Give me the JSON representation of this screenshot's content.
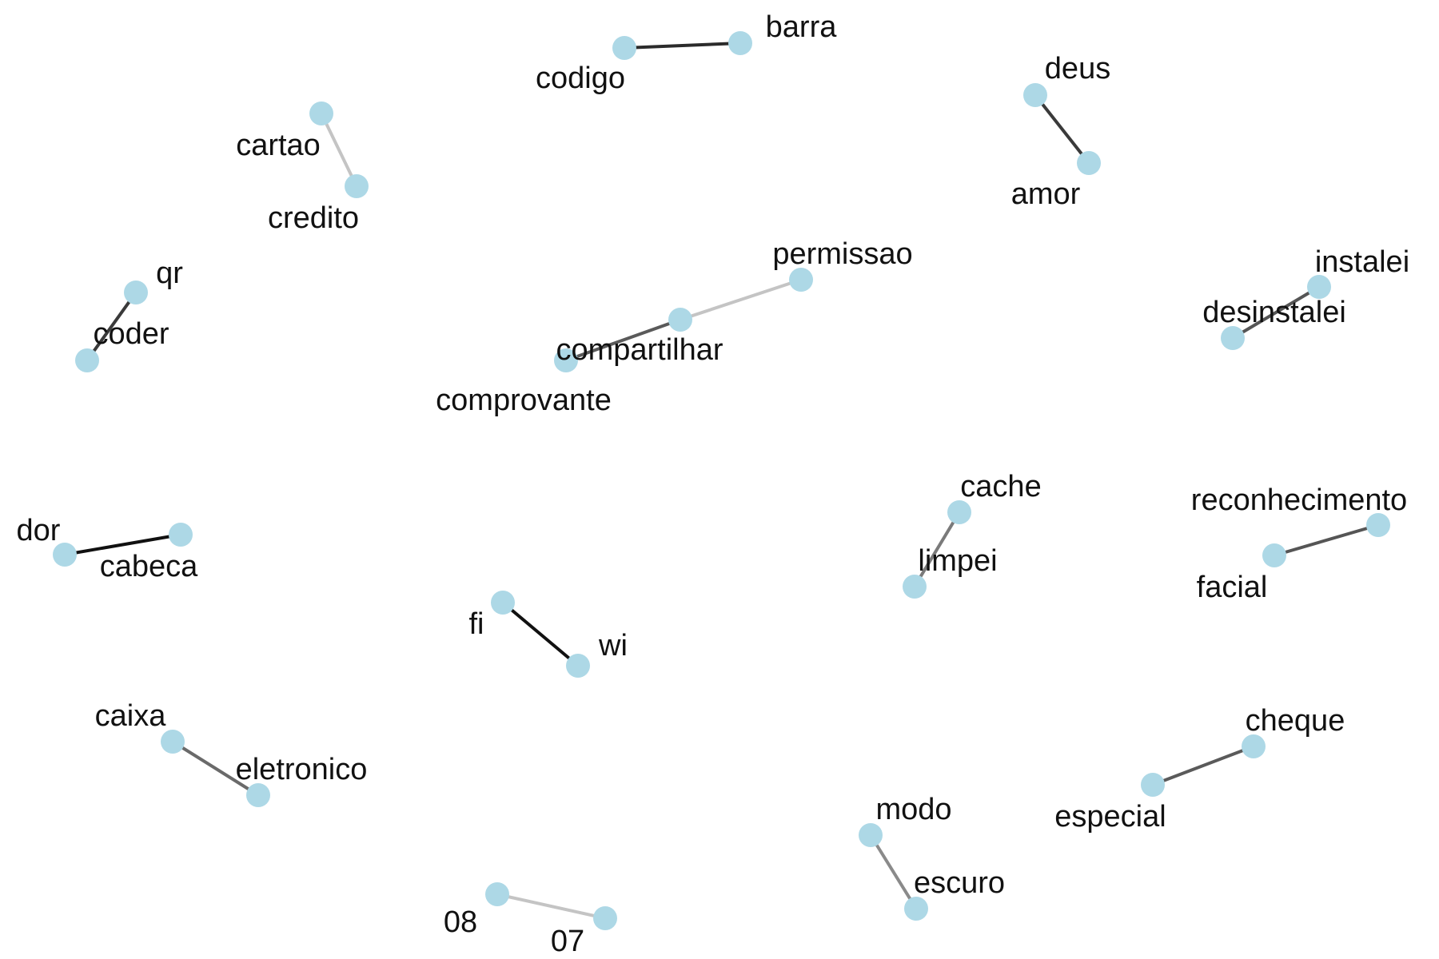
{
  "node_color": "#add8e6",
  "nodes": [
    {
      "id": "codigo",
      "label": "codigo"
    },
    {
      "id": "barra",
      "label": "barra"
    },
    {
      "id": "deus",
      "label": "deus"
    },
    {
      "id": "amor",
      "label": "amor"
    },
    {
      "id": "cartao",
      "label": "cartao"
    },
    {
      "id": "credito",
      "label": "credito"
    },
    {
      "id": "permissao",
      "label": "permissao"
    },
    {
      "id": "compartilhar",
      "label": "compartilhar"
    },
    {
      "id": "comprovante",
      "label": "comprovante"
    },
    {
      "id": "instalei",
      "label": "instalei"
    },
    {
      "id": "desinstalei",
      "label": "desinstalei"
    },
    {
      "id": "qr",
      "label": "qr"
    },
    {
      "id": "coder",
      "label": "coder"
    },
    {
      "id": "cache",
      "label": "cache"
    },
    {
      "id": "limpei",
      "label": "limpei"
    },
    {
      "id": "reconhecimento",
      "label": "reconhecimento"
    },
    {
      "id": "facial",
      "label": "facial"
    },
    {
      "id": "dor",
      "label": "dor"
    },
    {
      "id": "cabeca",
      "label": "cabeca"
    },
    {
      "id": "fi",
      "label": "fi"
    },
    {
      "id": "wi",
      "label": "wi"
    },
    {
      "id": "caixa",
      "label": "caixa"
    },
    {
      "id": "eletronico",
      "label": "eletronico"
    },
    {
      "id": "cheque",
      "label": "cheque"
    },
    {
      "id": "especial",
      "label": "especial"
    },
    {
      "id": "modo",
      "label": "modo"
    },
    {
      "id": "escuro",
      "label": "escuro"
    },
    {
      "id": "08",
      "label": "08"
    },
    {
      "id": "07",
      "label": "07"
    }
  ],
  "edges": [
    {
      "source": "codigo",
      "target": "barra",
      "color": "#2b2b2b"
    },
    {
      "source": "deus",
      "target": "amor",
      "color": "#3a3a3a"
    },
    {
      "source": "cartao",
      "target": "credito",
      "color": "#c4c4c4"
    },
    {
      "source": "permissao",
      "target": "compartilhar",
      "color": "#c4c4c4"
    },
    {
      "source": "compartilhar",
      "target": "comprovante",
      "color": "#5a5a5a"
    },
    {
      "source": "instalei",
      "target": "desinstalei",
      "color": "#555555"
    },
    {
      "source": "qr",
      "target": "coder",
      "color": "#3a3a3a"
    },
    {
      "source": "cache",
      "target": "limpei",
      "color": "#7a7a7a"
    },
    {
      "source": "reconhecimento",
      "target": "facial",
      "color": "#555555"
    },
    {
      "source": "dor",
      "target": "cabeca",
      "color": "#111111"
    },
    {
      "source": "fi",
      "target": "wi",
      "color": "#111111"
    },
    {
      "source": "caixa",
      "target": "eletronico",
      "color": "#6a6a6a"
    },
    {
      "source": "cheque",
      "target": "especial",
      "color": "#5a5a5a"
    },
    {
      "source": "modo",
      "target": "escuro",
      "color": "#8a8a8a"
    },
    {
      "source": "08",
      "target": "07",
      "color": "#c4c4c4"
    }
  ]
}
